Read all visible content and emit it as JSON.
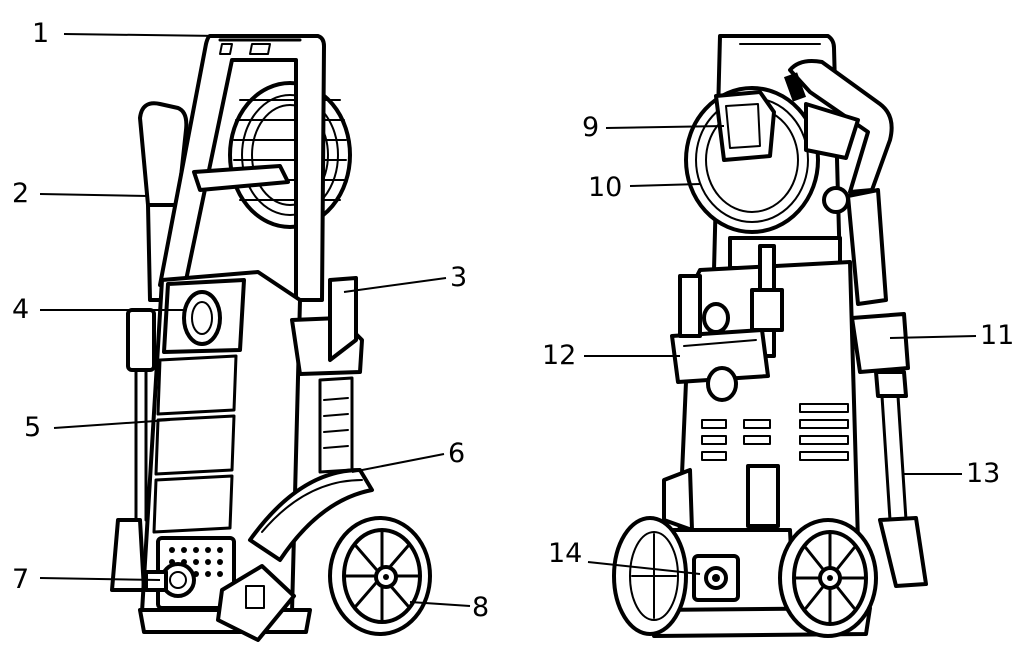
{
  "callouts": {
    "c1": "1",
    "c2": "2",
    "c3": "3",
    "c4": "4",
    "c5": "5",
    "c6": "6",
    "c7": "7",
    "c8": "8",
    "c9": "9",
    "c10": "10",
    "c11": "11",
    "c12": "12",
    "c13": "13",
    "c14": "14"
  },
  "colors": {
    "line": "#000000",
    "background": "#ffffff"
  },
  "views": [
    "front-view",
    "rear-view"
  ]
}
